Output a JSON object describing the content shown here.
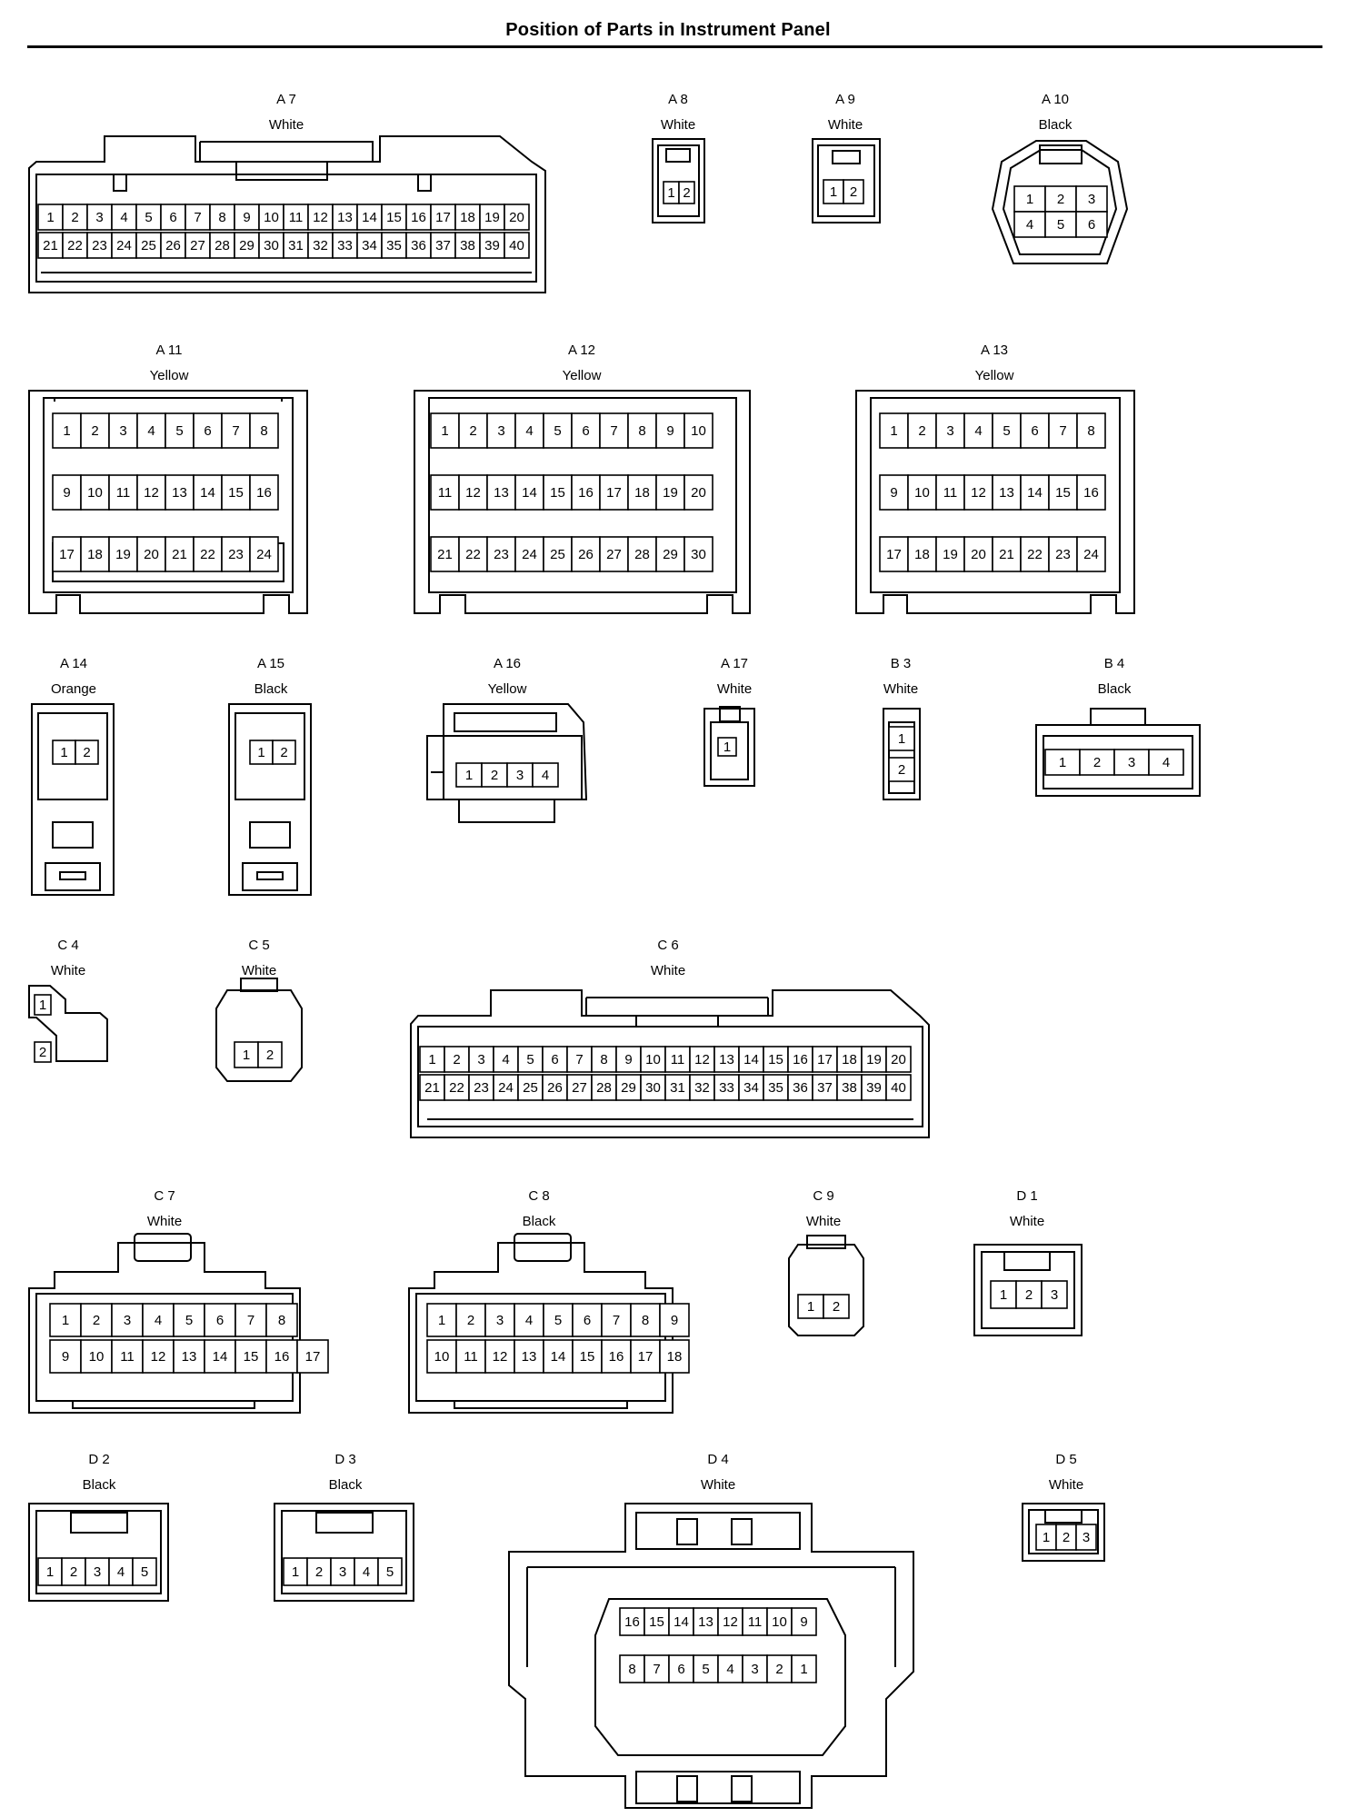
{
  "title": "Position of Parts in Instrument Panel",
  "connectors": {
    "A7": {
      "name": "A 7",
      "color": "White"
    },
    "A8": {
      "name": "A 8",
      "color": "White"
    },
    "A9": {
      "name": "A 9",
      "color": "White"
    },
    "A10": {
      "name": "A 10",
      "color": "Black"
    },
    "A11": {
      "name": "A 11",
      "color": "Yellow"
    },
    "A12": {
      "name": "A 12",
      "color": "Yellow"
    },
    "A13": {
      "name": "A 13",
      "color": "Yellow"
    },
    "A14": {
      "name": "A 14",
      "color": "Orange"
    },
    "A15": {
      "name": "A 15",
      "color": "Black"
    },
    "A16": {
      "name": "A 16",
      "color": "Yellow"
    },
    "A17": {
      "name": "A 17",
      "color": "White"
    },
    "B3": {
      "name": "B 3",
      "color": "White"
    },
    "B4": {
      "name": "B 4",
      "color": "Black"
    },
    "C4": {
      "name": "C 4",
      "color": "White"
    },
    "C5": {
      "name": "C 5",
      "color": "White"
    },
    "C6": {
      "name": "C 6",
      "color": "White"
    },
    "C7": {
      "name": "C 7",
      "color": "White"
    },
    "C8": {
      "name": "C 8",
      "color": "Black"
    },
    "C9": {
      "name": "C 9",
      "color": "White"
    },
    "D1": {
      "name": "D 1",
      "color": "White"
    },
    "D2": {
      "name": "D 2",
      "color": "Black"
    },
    "D3": {
      "name": "D 3",
      "color": "Black"
    },
    "D4": {
      "name": "D 4",
      "color": "White"
    },
    "D5": {
      "name": "D 5",
      "color": "White"
    }
  },
  "pins": {
    "A7": [
      [
        "1",
        "2",
        "3",
        "4",
        "5",
        "6",
        "7",
        "8",
        "9",
        "10",
        "11",
        "12",
        "13",
        "14",
        "15",
        "16",
        "17",
        "18",
        "19",
        "20"
      ],
      [
        "21",
        "22",
        "23",
        "24",
        "25",
        "26",
        "27",
        "28",
        "29",
        "30",
        "31",
        "32",
        "33",
        "34",
        "35",
        "36",
        "37",
        "38",
        "39",
        "40"
      ]
    ],
    "A8": [
      [
        "1",
        "2"
      ]
    ],
    "A9": [
      [
        "1",
        "2"
      ]
    ],
    "A10": [
      [
        "1",
        "2",
        "3"
      ],
      [
        "4",
        "5",
        "6"
      ]
    ],
    "A11": [
      [
        "1",
        "2",
        "3",
        "4",
        "5",
        "6",
        "7",
        "8"
      ],
      [
        "9",
        "10",
        "11",
        "12",
        "13",
        "14",
        "15",
        "16"
      ],
      [
        "17",
        "18",
        "19",
        "20",
        "21",
        "22",
        "23",
        "24"
      ]
    ],
    "A12": [
      [
        "1",
        "2",
        "3",
        "4",
        "5",
        "6",
        "7",
        "8",
        "9",
        "10"
      ],
      [
        "11",
        "12",
        "13",
        "14",
        "15",
        "16",
        "17",
        "18",
        "19",
        "20"
      ],
      [
        "21",
        "22",
        "23",
        "24",
        "25",
        "26",
        "27",
        "28",
        "29",
        "30"
      ]
    ],
    "A13": [
      [
        "1",
        "2",
        "3",
        "4",
        "5",
        "6",
        "7",
        "8"
      ],
      [
        "9",
        "10",
        "11",
        "12",
        "13",
        "14",
        "15",
        "16"
      ],
      [
        "17",
        "18",
        "19",
        "20",
        "21",
        "22",
        "23",
        "24"
      ]
    ],
    "A14": [
      [
        "1",
        "2"
      ]
    ],
    "A15": [
      [
        "1",
        "2"
      ]
    ],
    "A16": [
      [
        "1",
        "2",
        "3",
        "4"
      ]
    ],
    "A17": [
      [
        "1"
      ]
    ],
    "B3": [
      [
        "1"
      ],
      [
        "2"
      ]
    ],
    "B4": [
      [
        "1",
        "2",
        "3",
        "4"
      ]
    ],
    "C4": [
      [
        "1"
      ],
      [
        "2"
      ]
    ],
    "C5": [
      [
        "1",
        "2"
      ]
    ],
    "C6": [
      [
        "1",
        "2",
        "3",
        "4",
        "5",
        "6",
        "7",
        "8",
        "9",
        "10",
        "11",
        "12",
        "13",
        "14",
        "15",
        "16",
        "17",
        "18",
        "19",
        "20"
      ],
      [
        "21",
        "22",
        "23",
        "24",
        "25",
        "26",
        "27",
        "28",
        "29",
        "30",
        "31",
        "32",
        "33",
        "34",
        "35",
        "36",
        "37",
        "38",
        "39",
        "40"
      ]
    ],
    "C7": [
      [
        "1",
        "2",
        "3",
        "4",
        "5",
        "6",
        "7",
        "8"
      ],
      [
        "9",
        "10",
        "11",
        "12",
        "13",
        "14",
        "15",
        "16",
        "17"
      ]
    ],
    "C8": [
      [
        "1",
        "2",
        "3",
        "4",
        "5",
        "6",
        "7",
        "8",
        "9"
      ],
      [
        "10",
        "11",
        "12",
        "13",
        "14",
        "15",
        "16",
        "17",
        "18"
      ]
    ],
    "C9": [
      [
        "1",
        "2"
      ]
    ],
    "D1": [
      [
        "1",
        "2",
        "3"
      ]
    ],
    "D2": [
      [
        "1",
        "2",
        "3",
        "4",
        "5"
      ]
    ],
    "D3": [
      [
        "1",
        "2",
        "3",
        "4",
        "5"
      ]
    ],
    "D4": [
      [
        "16",
        "15",
        "14",
        "13",
        "12",
        "11",
        "10",
        "9"
      ],
      [
        "8",
        "7",
        "6",
        "5",
        "4",
        "3",
        "2",
        "1"
      ]
    ],
    "D5": [
      [
        "1",
        "2",
        "3"
      ]
    ]
  }
}
